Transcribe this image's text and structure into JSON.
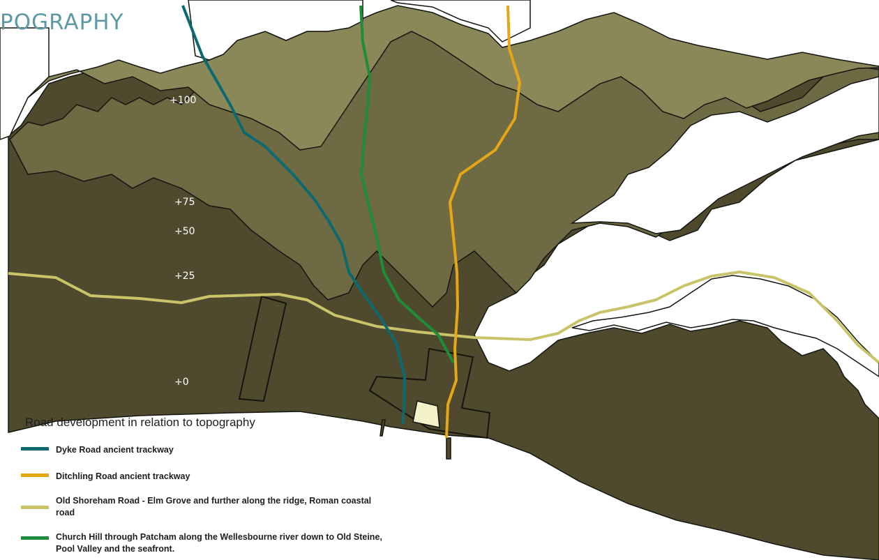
{
  "title": "POGRAPHY",
  "contour_labels": [
    "+100",
    "+75",
    "+50",
    "+25",
    "+0"
  ],
  "legend": {
    "title": "Road development in relation to topography",
    "items": [
      {
        "label": "Dyke Road ancient trackway",
        "color": "#0c6a6f"
      },
      {
        "label": "Ditchling Road ancient trackway",
        "color": "#e5a716"
      },
      {
        "label": "Old Shoreham Road - Elm Grove and further along the ridge, Roman coastal road",
        "color": "#c9c46a"
      },
      {
        "label": "Church Hill through Patcham along the Wellesbourne river down to Old Steine, Pool Valley and the seafront.",
        "color": "#1e8d3a"
      }
    ]
  },
  "colors": {
    "level_0": "#4f4a2d",
    "level_1": "#6d6a44",
    "level_2": "#8a8759",
    "outline": "#151510",
    "old_town_fill": "#f4f2c7"
  }
}
